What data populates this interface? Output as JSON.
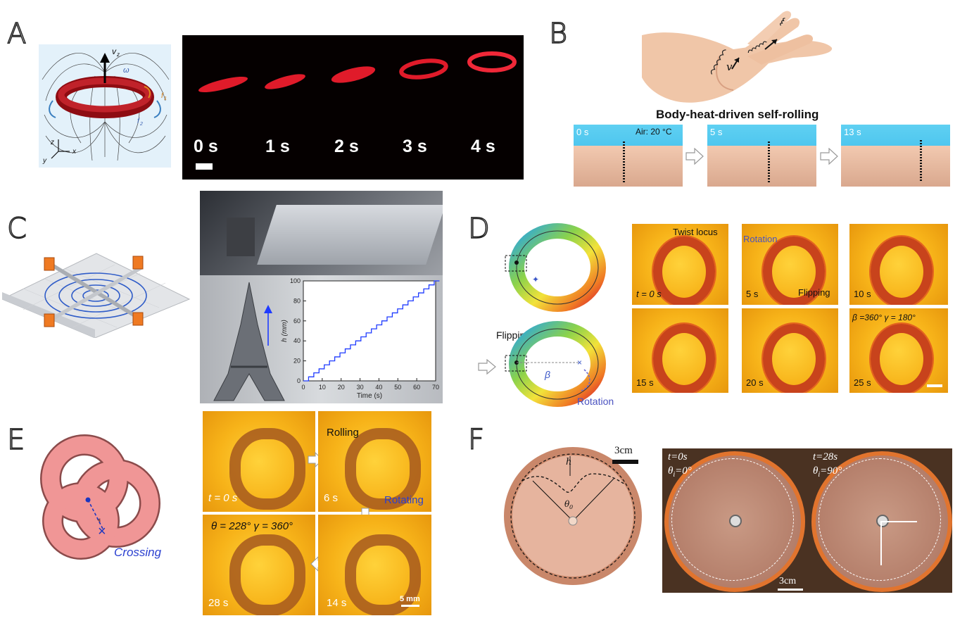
{
  "panels": {
    "a": {
      "label": "A",
      "diagram": {
        "vz": "v",
        "vz_sub": "z",
        "omega": "ω",
        "f1": "f",
        "f1_sub": "1",
        "f2": "f",
        "f2_sub": "2",
        "ax_z": "z",
        "ax_x": "x",
        "ax_y": "y"
      },
      "times": [
        "0 s",
        "1 s",
        "2 s",
        "3 s",
        "4 s"
      ]
    },
    "b": {
      "label": "B",
      "velocity": "v",
      "caption": "Body-heat-driven self-rolling",
      "air": "Air: 20 °C",
      "times": [
        "0 s",
        "5 s",
        "13 s"
      ]
    },
    "c": {
      "label": "C",
      "chart_data": {
        "type": "line",
        "xlabel": "Time (s)",
        "ylabel": "h (mm)",
        "xlim": [
          0,
          70
        ],
        "ylim": [
          0,
          100
        ],
        "xticks": [
          "0",
          "10",
          "20",
          "30",
          "40",
          "50",
          "60",
          "70"
        ],
        "yticks": [
          "0",
          "20",
          "40",
          "60",
          "80",
          "100"
        ],
        "series": [
          {
            "color": "#1f3bff",
            "x": [
              0,
              72
            ],
            "y": [
              0,
              104
            ],
            "steps": 26
          }
        ]
      }
    },
    "d": {
      "label": "D",
      "flipping": "Flipping",
      "rotation": "Rotation",
      "beta": "β",
      "frames": [
        {
          "time": "t = 0 s",
          "note": "Twist locus"
        },
        {
          "time": "5 s",
          "note": "Rotation",
          "note2": "Flipping"
        },
        {
          "time": "10 s"
        },
        {
          "time": "15 s"
        },
        {
          "time": "20 s"
        },
        {
          "time": "25 s",
          "note": "β =360°   γ = 180°"
        }
      ]
    },
    "e": {
      "label": "E",
      "crossing": "Crossing",
      "rolling": "Rolling",
      "rotating": "Rotating",
      "frames": [
        {
          "time": "t = 0 s"
        },
        {
          "time": "6 s"
        },
        {
          "time": "28 s",
          "note": "θ = 228°  γ = 360°"
        },
        {
          "time": "14 s",
          "scale": "5 mm"
        }
      ]
    },
    "f": {
      "label": "F",
      "scale": "3cm",
      "h": "h",
      "theta0": "θ",
      "theta0_sub": "0",
      "frames": [
        {
          "time": "t=0s",
          "angle": "θ",
          "angle_sub": "i",
          "angle_val": "=0°"
        },
        {
          "time": "t=28s",
          "angle": "θ",
          "angle_sub": "i",
          "angle_val": "=90°",
          "scale": "3cm"
        }
      ]
    }
  }
}
